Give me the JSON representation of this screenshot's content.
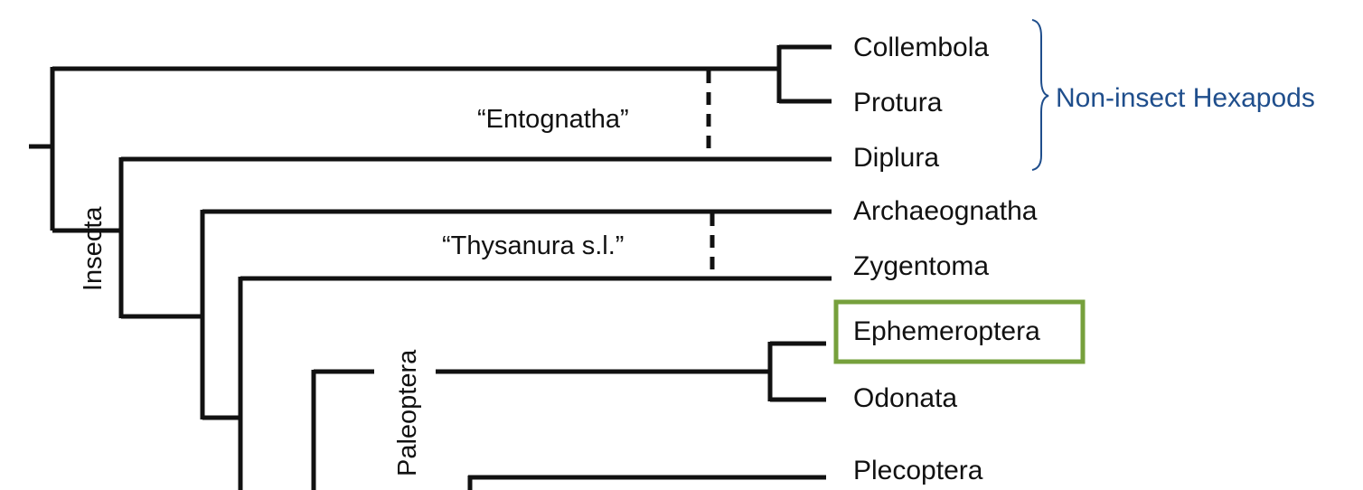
{
  "taxa": [
    "Collembola",
    "Protura",
    "Diplura",
    "Archaeognatha",
    "Zygentoma",
    "Ephemeroptera",
    "Odonata",
    "Plecoptera"
  ],
  "clade_labels": {
    "entognatha": "“Entognatha”",
    "thysanura": "“Thysanura s.l.”",
    "insecta": "Insecta",
    "paleoptera": "Paleoptera"
  },
  "group_label": {
    "text": "Non-insect Hexapods",
    "members": [
      "Collembola",
      "Protura",
      "Diplura"
    ]
  },
  "highlighted_taxon": "Ephemeroptera",
  "colors": {
    "branch": "#111111",
    "group_label": "#1f4e8c",
    "highlight_box": "#76a03c"
  }
}
